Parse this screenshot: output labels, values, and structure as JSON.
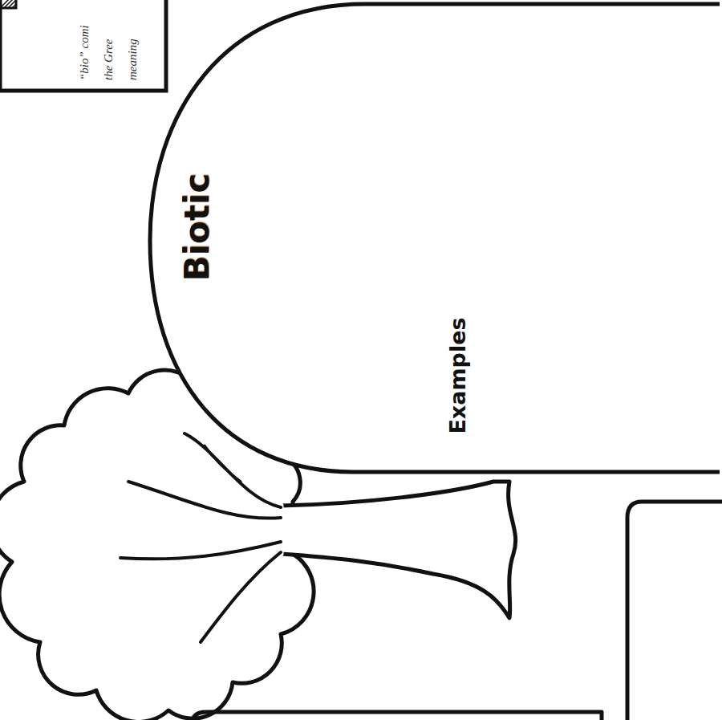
{
  "diagram": {
    "nodes": [
      {
        "text": [
          "Biotic",
          "Examples"
        ]
      },
      {
        "text": [
          "“bio” comi the Gree meaning"
        ]
      }
    ]
  }
}
